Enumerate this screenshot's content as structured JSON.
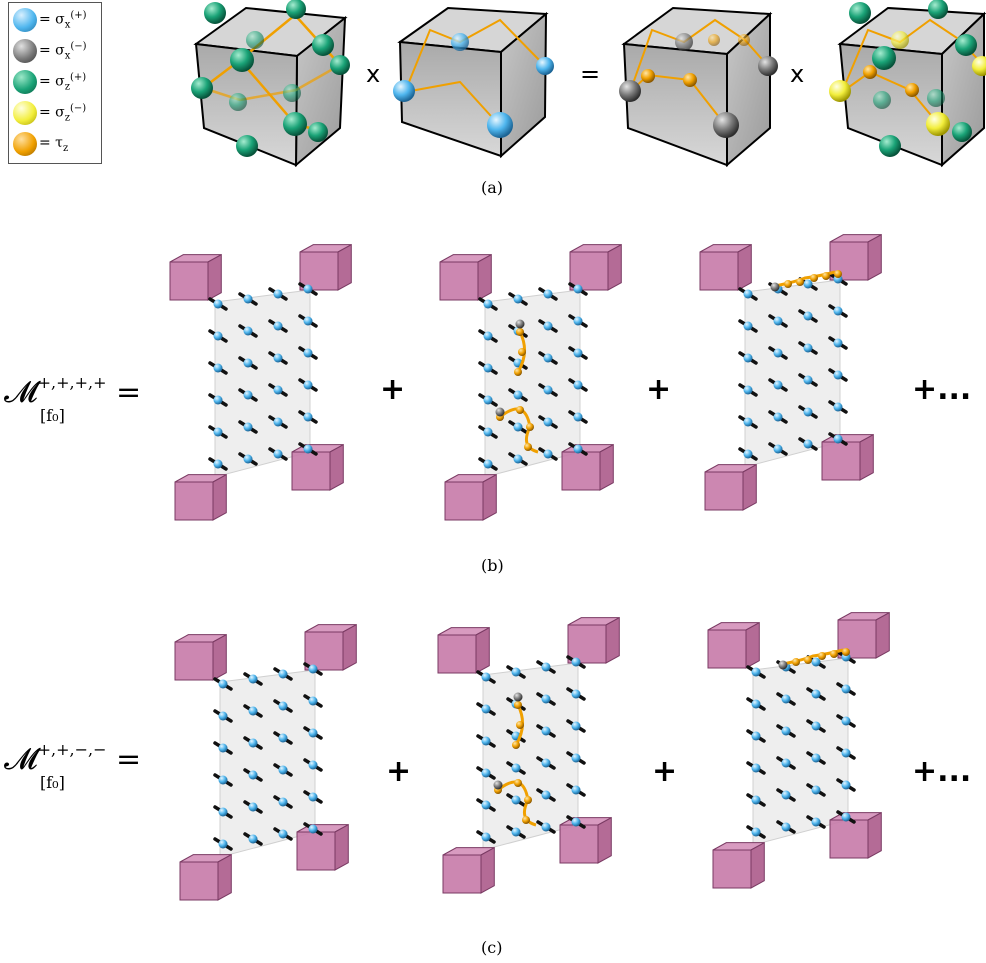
{
  "colors": {
    "sigma_x_plus": "#4fb6ee",
    "sigma_x_minus": "#7a7a7a",
    "sigma_z_plus": "#1aa377",
    "sigma_z_minus": "#f2ee3c",
    "tau_z": "#f0a000",
    "cube_gray": "#b8b8b8",
    "cube_pink": "#c77aa8",
    "sheet": "#ececec"
  },
  "legend": {
    "items": [
      {
        "name": "sigma-x-plus",
        "label_base": "= σ",
        "label_sub": "x",
        "label_sup": "(+)",
        "color": "#4fb6ee"
      },
      {
        "name": "sigma-x-minus",
        "label_base": "= σ",
        "label_sub": "x",
        "label_sup": "(−)",
        "color": "#7a7a7a"
      },
      {
        "name": "sigma-z-plus",
        "label_base": "= σ",
        "label_sub": "z",
        "label_sup": "(+)",
        "color": "#1aa377"
      },
      {
        "name": "sigma-z-minus",
        "label_base": "= σ",
        "label_sub": "z",
        "label_sup": "(−)",
        "color": "#f2ee3c"
      },
      {
        "name": "tau-z",
        "label_base": "= τ",
        "label_sub": "z",
        "label_sup": "",
        "color": "#f0a000"
      }
    ]
  },
  "panel_a": {
    "op1": "x",
    "op2": "=",
    "op3": "x",
    "caption": "(a)"
  },
  "panel_b": {
    "label_main": "𝓜",
    "label_sup": "+,+,+,+",
    "label_sub": "[f₀]",
    "equals": "=",
    "plus1": "+",
    "plus2": "+",
    "plus_more": "+...",
    "caption": "(b)"
  },
  "panel_c": {
    "label_main": "𝓜",
    "label_sup": "+,+,−,−",
    "label_sub": "[f₀]",
    "equals": "=",
    "plus1": "+",
    "plus2": "+",
    "plus_more": "+...",
    "caption": "(c)"
  }
}
